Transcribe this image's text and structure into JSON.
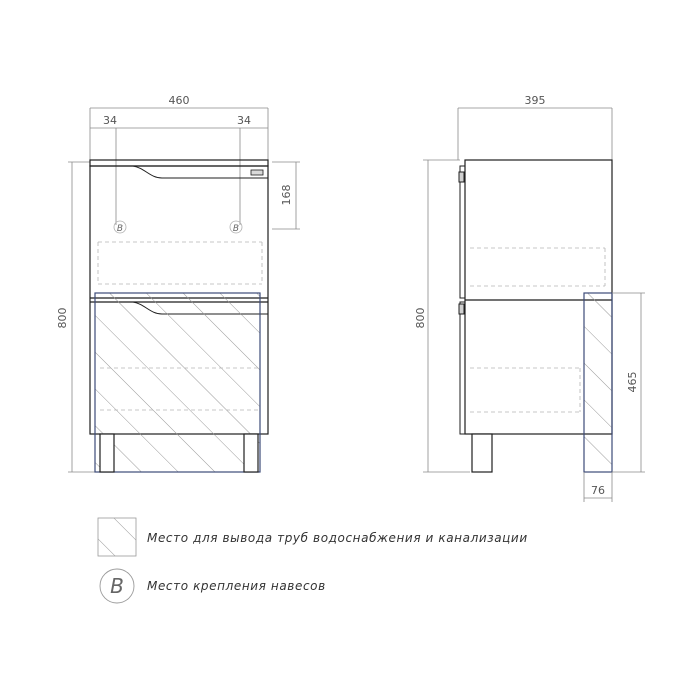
{
  "front_view": {
    "overall_width": "460",
    "left_offset": "34",
    "right_offset": "34",
    "top_panel_height": "168",
    "overall_height": "800",
    "mount_marker": "B"
  },
  "side_view": {
    "overall_depth": "395",
    "overall_height": "800",
    "pipe_zone_height": "465",
    "pipe_zone_depth": "76"
  },
  "legend": {
    "pipe_zone_text": "Место для вывода труб водоснабжения и канализации",
    "mount_symbol": "B",
    "mount_text": "Место крепления навесов"
  },
  "colors": {
    "line": "#1f1f1f",
    "dim_line": "#8a8a8a",
    "hidden_line": "#b5b5b5",
    "zone_outline": "#3d4b78",
    "hatch": "#9a9a9a"
  }
}
